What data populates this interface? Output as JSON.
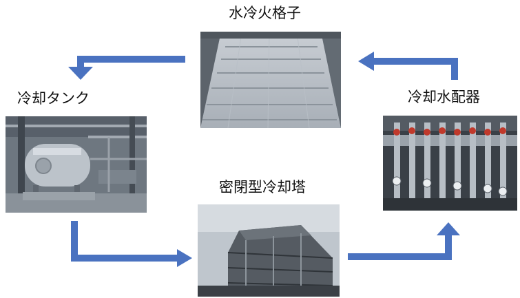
{
  "nodes": {
    "grate": {
      "label": "水冷火格子",
      "icon": "water-cooled-grate-photo"
    },
    "tank": {
      "label": "冷却タンク",
      "icon": "cooling-tank-photo"
    },
    "distributor": {
      "label": "冷却水配器",
      "icon": "cooling-water-distributor-photo"
    },
    "tower": {
      "label": "密閉型冷却塔",
      "icon": "closed-cooling-tower-photo"
    }
  },
  "flow": [
    "tower",
    "distributor",
    "grate",
    "tank",
    "tower"
  ],
  "colors": {
    "arrow": "#4a72c0",
    "text": "#111111",
    "background": "#ffffff"
  }
}
